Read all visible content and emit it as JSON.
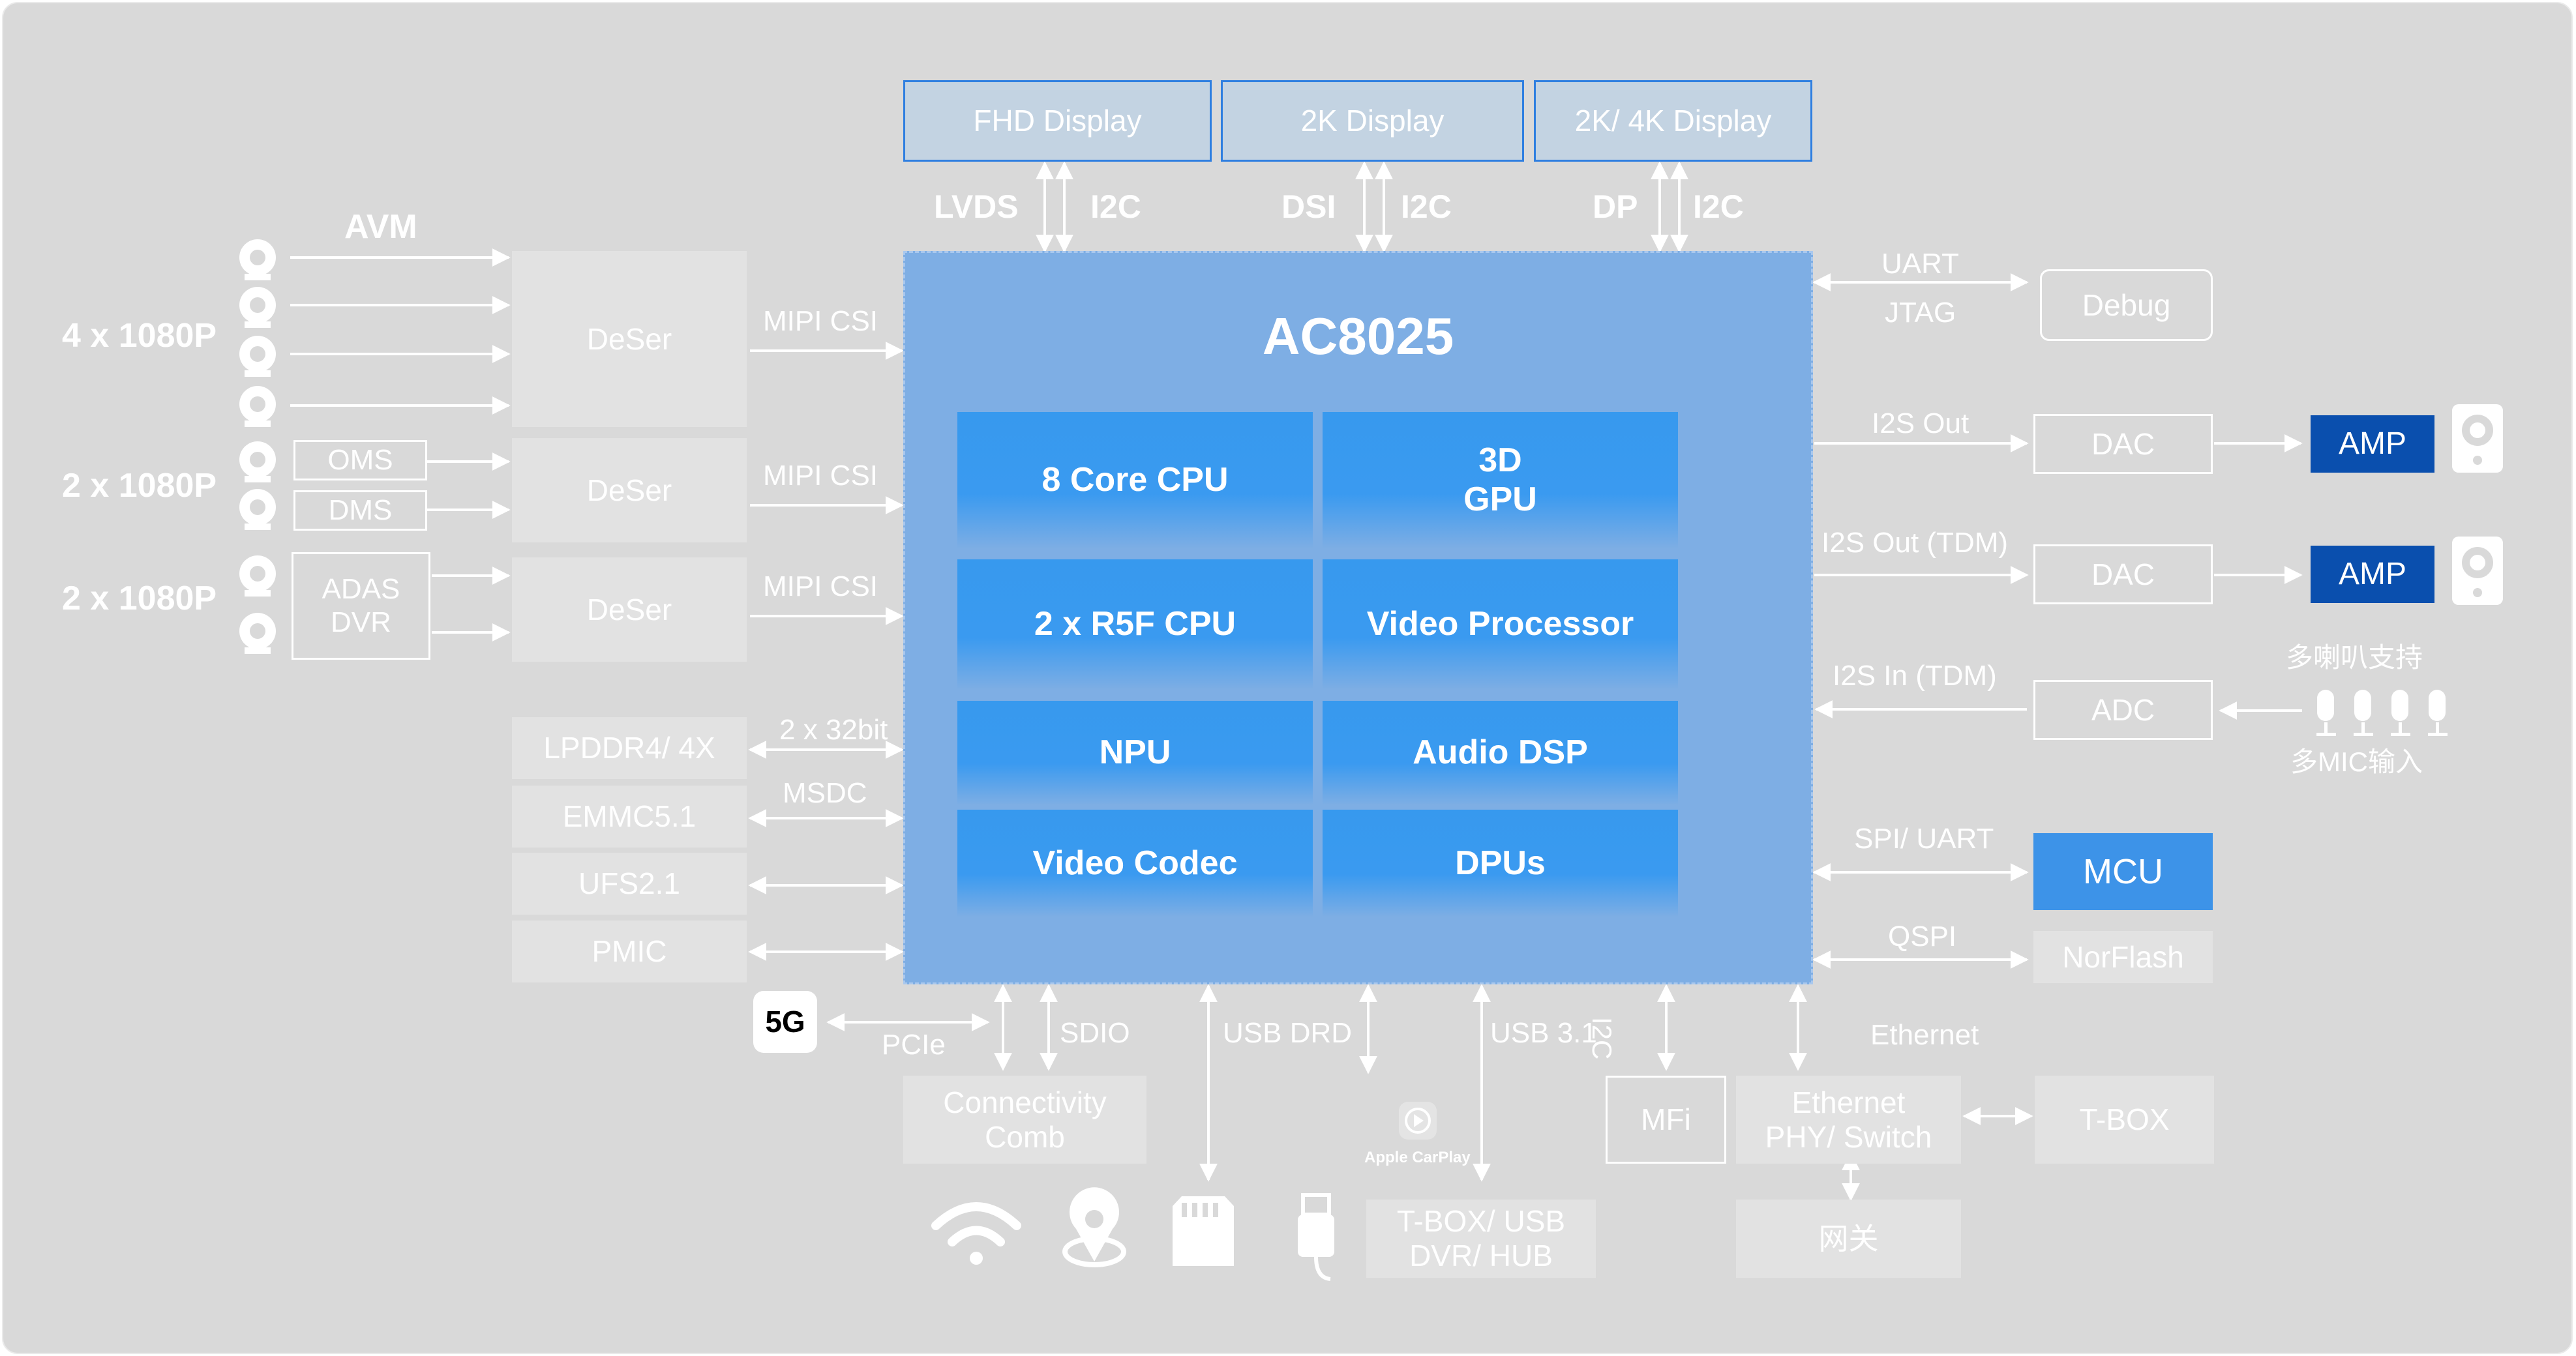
{
  "displays": [
    "FHD Display",
    "2K Display",
    "2K/ 4K Display"
  ],
  "display_ifaces": [
    {
      "a": "LVDS",
      "b": "I2C"
    },
    {
      "a": "DSI",
      "b": "I2C"
    },
    {
      "a": "DP",
      "b": "I2C"
    }
  ],
  "soc": {
    "name": "AC8025",
    "blocks": [
      "8 Core CPU",
      "3D\nGPU",
      "2 x R5F CPU",
      "Video Processor",
      "NPU",
      "Audio DSP",
      "Video Codec",
      "DPUs"
    ]
  },
  "cameras": {
    "avm_label": "AVM",
    "groups": [
      "4 x 1080P",
      "2 x 1080P",
      "2 x 1080P"
    ],
    "oms": "OMS",
    "dms": "DMS",
    "adas_dvr": "ADAS\nDVR"
  },
  "deser": [
    "DeSer",
    "DeSer",
    "DeSer"
  ],
  "mipi": [
    "MIPI CSI",
    "MIPI CSI",
    "MIPI CSI"
  ],
  "memory": [
    {
      "name": "LPDDR4/ 4X",
      "link": "2 x 32bit"
    },
    {
      "name": "EMMC5.1",
      "link": "MSDC"
    },
    {
      "name": "UFS2.1",
      "link": ""
    },
    {
      "name": "PMIC",
      "link": ""
    }
  ],
  "right": {
    "uart": "UART",
    "jtag": "JTAG",
    "debug": "Debug",
    "i2s_out": "I2S Out",
    "dac1": "DAC",
    "amp1": "AMP",
    "i2s_out_tdm": "I2S Out (TDM)",
    "dac2": "DAC",
    "amp2": "AMP",
    "speakers_note": "多喇叭支持",
    "i2s_in_tdm": "I2S In (TDM)",
    "adc": "ADC",
    "mic_note": "多MIC输入",
    "spi_uart": "SPI/ UART",
    "mcu": "MCU",
    "qspi": "QSPI",
    "norflash": "NorFlash"
  },
  "bottom": {
    "fiveg": "5G",
    "pcie": "PCIe",
    "sdio": "SDIO",
    "connectivity": "Connectivity\nComb",
    "usb_drd": "USB DRD",
    "usb31": "USB 3.1",
    "carplay": "Apple CarPlay",
    "tbox_usb": "T-BOX/ USB\nDVR/ HUB",
    "i2c_v": "I2C",
    "mfi": "MFi",
    "ethernet": "Ethernet",
    "eth_phy": "Ethernet\nPHY/ Switch",
    "tbox": "T-BOX",
    "gateway": "网关"
  },
  "icons": [
    "camera-icon",
    "wifi-icon",
    "location-pin-icon",
    "sd-card-icon",
    "usb-stick-icon",
    "speaker-icon",
    "microphone-icon",
    "carplay-icon"
  ],
  "colors": {
    "soc": "#7eaee4",
    "core": "#3a9af0",
    "amp": "#0a4fae",
    "mcu": "#3d93e8",
    "display_border": "#2f7fe0",
    "background": "#d9d9d9"
  }
}
